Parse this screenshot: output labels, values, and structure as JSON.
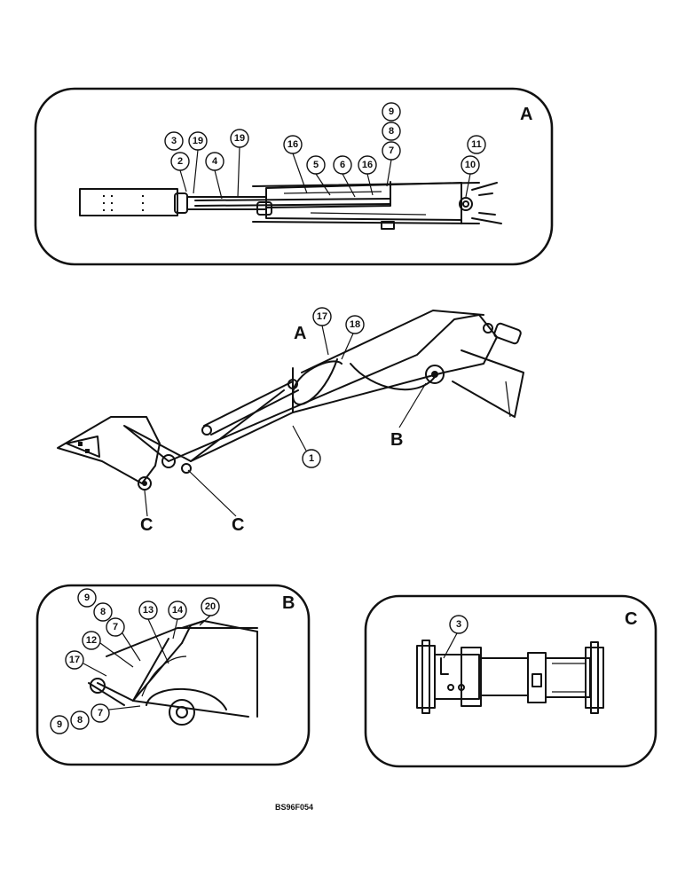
{
  "panels": {
    "a": {
      "label": "A"
    },
    "b": {
      "label": "B"
    },
    "c": {
      "label": "C"
    }
  },
  "main": {
    "label_a": "A",
    "label_b": "B",
    "label_c_left": "C",
    "label_c_right": "C"
  },
  "callouts": {
    "a": [
      "9",
      "8",
      "7",
      "3",
      "19",
      "19",
      "2",
      "4",
      "16",
      "5",
      "6",
      "16",
      "11",
      "10"
    ],
    "main": [
      "17",
      "18",
      "1"
    ],
    "b": [
      "9",
      "8",
      "7",
      "13",
      "14",
      "20",
      "12",
      "17",
      "9",
      "8",
      "7"
    ],
    "c": [
      "3"
    ]
  },
  "figure_code": "BS96F054"
}
